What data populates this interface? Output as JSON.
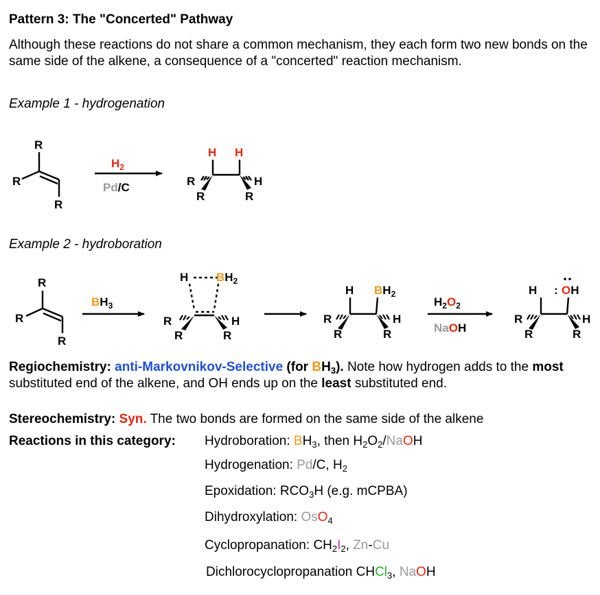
{
  "title": "Pattern 3: The \"Concerted\" Pathway",
  "intro": "Although these reactions do not share a common mechanism, they each form two new bonds on the same side of the alkene, a consequence of a \"concerted\" reaction mechanism.",
  "example1": {
    "heading": "Example 1 - hydrogenation",
    "reagent_top": "H2",
    "reagent_bottom": "Pd/C"
  },
  "example2": {
    "heading": "Example 2 - hydroboration",
    "reagent1": "BH3",
    "reagent2_top": "H2O2",
    "reagent2_bottom": "NaOH"
  },
  "regiochemistry": {
    "label": "Regiochemistry:",
    "value": "anti-Markovnikov-Selective",
    "for": "(for BH3).",
    "text": "Note how hydrogen adds to the most substituted end of the alkene, and OH ends up on the least substituted end."
  },
  "stereochemistry": {
    "label": "Stereochemistry:",
    "value": "Syn.",
    "text": "The two bonds are formed on the same side of the alkene"
  },
  "reactions": {
    "label": "Reactions in this category:",
    "items": [
      {
        "name": "Hydroboration:",
        "reagents": "BH3, then H2O2/NaOH"
      },
      {
        "name": "Hydrogenation:",
        "reagents": "Pd/C, H2"
      },
      {
        "name": "Epoxidation:",
        "reagents": "RCO3H (e.g. mCPBA)"
      },
      {
        "name": "Dihydroxylation:",
        "reagents": "OsO4"
      },
      {
        "name": "Cyclopropanation:",
        "reagents": "CH2I2, Zn-Cu"
      },
      {
        "name": "Dichlorocyclopropanation",
        "reagents": "CHCl3, NaOH"
      }
    ]
  },
  "colors": {
    "hydrogen": "#e8240b",
    "boron": "#f09a1b",
    "oxygen": "#e8240b",
    "palladium": "#9a9a9a",
    "highlight_blue": "#1f4fe0",
    "chlorine": "#22b522",
    "iodine": "#c22ec2"
  }
}
